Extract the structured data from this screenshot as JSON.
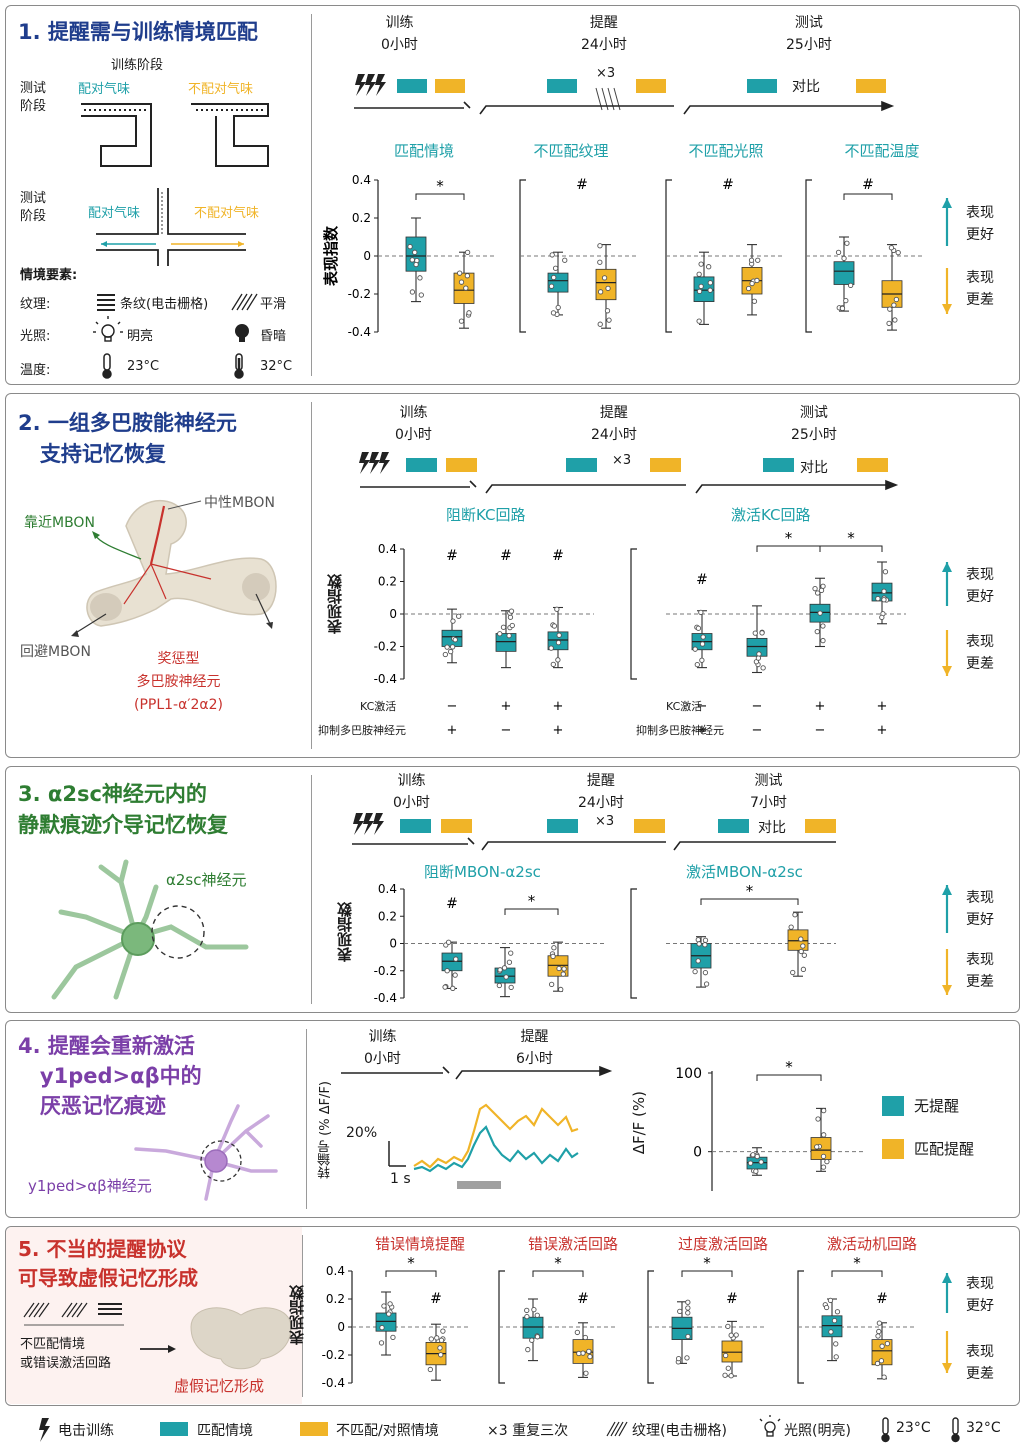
{
  "colors": {
    "teal": "#1fa0a8",
    "yellow": "#f0b428",
    "navy": "#1f3d8c",
    "green": "#2e7d32",
    "purple": "#7b3fa8",
    "red": "#c8322d"
  },
  "common": {
    "y_label": "表现指数",
    "better": "表现\n更好",
    "worse": "表现\n更差",
    "hash": "#",
    "star": "*",
    "x3": "×3",
    "compare": "对比",
    "train": "训练\n0小时",
    "remind": "提醒\n24小时",
    "test": "测试\n25小时"
  },
  "p1": {
    "title": "1. 提醒需与训练情境匹配",
    "training_stage": "训练阶段",
    "test_stage": "测试\n阶段",
    "pair_odor": "配对气味",
    "unpair_odor": "不配对气味",
    "elements": "情境要素:",
    "texture": "纹理:",
    "stripe": "条纹(电击栅格)",
    "smooth": "平滑",
    "light": "光照:",
    "bright": "明亮",
    "dim": "昏暗",
    "temp": "温度:",
    "t23": "23°C",
    "t32": "32°C",
    "titles": [
      "匹配情境",
      "不匹配纹理",
      "不匹配光照",
      "不匹配温度"
    ],
    "chart_data": [
      {
        "type": "box",
        "title": "匹配情境",
        "ylim": [
          -0.4,
          0.4
        ],
        "yticks": [
          "0.4",
          "0.2",
          "0",
          "-0.2",
          "-0.4"
        ],
        "boxes": [
          {
            "color": "teal",
            "q1": -0.08,
            "med": 0.0,
            "q3": 0.1,
            "min": -0.24,
            "max": 0.2
          },
          {
            "color": "yellow",
            "q1": -0.25,
            "med": -0.18,
            "q3": -0.09,
            "min": -0.38,
            "max": 0.02
          }
        ],
        "star": true
      },
      {
        "type": "box",
        "title": "不匹配纹理",
        "boxes": [
          {
            "color": "teal",
            "q1": -0.19,
            "med": -0.13,
            "q3": -0.09,
            "min": -0.31,
            "max": 0.02
          },
          {
            "color": "yellow",
            "q1": -0.23,
            "med": -0.14,
            "q3": -0.07,
            "min": -0.38,
            "max": 0.06
          }
        ],
        "hash": true
      },
      {
        "type": "box",
        "title": "不匹配光照",
        "boxes": [
          {
            "color": "teal",
            "q1": -0.24,
            "med": -0.18,
            "q3": -0.11,
            "min": -0.36,
            "max": 0.02
          },
          {
            "color": "yellow",
            "q1": -0.2,
            "med": -0.13,
            "q3": -0.06,
            "min": -0.31,
            "max": 0.06
          }
        ],
        "hash": true
      },
      {
        "type": "box",
        "title": "不匹配温度",
        "boxes": [
          {
            "color": "teal",
            "q1": -0.15,
            "med": -0.08,
            "q3": -0.03,
            "min": -0.29,
            "max": 0.1
          },
          {
            "color": "yellow",
            "q1": -0.27,
            "med": -0.2,
            "q3": -0.13,
            "min": -0.39,
            "max": 0.06
          }
        ],
        "hash": true
      }
    ]
  },
  "p2": {
    "title": "2. 一组多巴胺能神经元\n   支持记忆恢复",
    "approach": "靠近MBON",
    "neutral": "中性MBON",
    "avoid": "回避MBON",
    "dan": "奖惩型\n多巴胺神经元\n(PPL1-α′2α2)",
    "block": "阻断KC回路",
    "activate": "激活KC回路",
    "kc_act": "KC激活",
    "dan_inh": "抑制多巴胺神经元",
    "yticks": [
      "0.4",
      "0.2",
      "0",
      "-0.2",
      "-0.4"
    ],
    "left_kc": [
      "−",
      "+",
      "+"
    ],
    "left_dan": [
      "+",
      "−",
      "+"
    ],
    "right_kc": [
      "−",
      "−",
      "+",
      "+"
    ],
    "right_dan": [
      "+",
      "−",
      "−",
      "+"
    ],
    "chart_data": {
      "type": "box",
      "ylim": [
        -0.4,
        0.4
      ],
      "left": [
        {
          "q1": -0.2,
          "med": -0.14,
          "q3": -0.1,
          "min": -0.3,
          "max": 0.03
        },
        {
          "q1": -0.23,
          "med": -0.17,
          "q3": -0.12,
          "min": -0.33,
          "max": 0.02
        },
        {
          "q1": -0.22,
          "med": -0.16,
          "q3": -0.11,
          "min": -0.33,
          "max": 0.04
        }
      ],
      "right": [
        {
          "q1": -0.22,
          "med": -0.17,
          "q3": -0.12,
          "min": -0.33,
          "max": 0.02
        },
        {
          "q1": -0.26,
          "med": -0.2,
          "q3": -0.15,
          "min": -0.36,
          "max": 0.05
        },
        {
          "q1": -0.05,
          "med": 0.01,
          "q3": 0.06,
          "min": -0.2,
          "max": 0.22
        },
        {
          "q1": 0.08,
          "med": 0.13,
          "q3": 0.19,
          "min": -0.06,
          "max": 0.32
        }
      ]
    }
  },
  "p3": {
    "title": "3. α2sc神经元内的\n静默痕迹介导记忆恢复",
    "neuron": "α2sc神经元",
    "test7": "测试\n7小时",
    "block": "阻断MBON-α2sc",
    "activate": "激活MBON-α2sc",
    "yticks": [
      "0.4",
      "0.2",
      "0",
      "-0.2",
      "-0.4"
    ],
    "chart_data": {
      "type": "box",
      "ylim": [
        -0.4,
        0.4
      ],
      "left": [
        {
          "color": "teal",
          "q1": -0.2,
          "med": -0.13,
          "q3": -0.07,
          "min": -0.33,
          "max": 0.01
        },
        {
          "color": "teal",
          "q1": -0.29,
          "med": -0.24,
          "q3": -0.18,
          "min": -0.39,
          "max": -0.03
        },
        {
          "color": "yellow",
          "q1": -0.24,
          "med": -0.16,
          "q3": -0.09,
          "min": -0.35,
          "max": 0.01
        }
      ],
      "right": [
        {
          "color": "teal",
          "q1": -0.18,
          "med": -0.09,
          "q3": 0.0,
          "min": -0.32,
          "max": 0.05
        },
        {
          "color": "yellow",
          "q1": -0.05,
          "med": 0.02,
          "q3": 0.1,
          "min": -0.24,
          "max": 0.23
        }
      ]
    }
  },
  "p4": {
    "title": "4. 提醒会重新激活\n   y1ped>αβ中的\n   厌恶记忆痕迹",
    "neuron": "y1ped>αβ神经元",
    "train": "训练\n0小时",
    "remind6": "提醒\n6小时",
    "trace_ylabel": "转錀号 (% ΔF/F)",
    "scale_y": "20%",
    "scale_x": "1 s",
    "df_ylabel": "ΔF/F (%)",
    "yticks": [
      "100",
      "0"
    ],
    "legend_none": "无提醒",
    "legend_match": "匹配提醒",
    "chart_data": {
      "type": "box",
      "ylim": [
        -50,
        100
      ],
      "boxes": [
        {
          "color": "teal",
          "q1": -22,
          "med": -14,
          "q3": -7,
          "min": -30,
          "max": 5
        },
        {
          "color": "yellow",
          "q1": -10,
          "med": 2,
          "q3": 18,
          "min": -25,
          "max": 55
        }
      ]
    }
  },
  "p5": {
    "title": "5. 不当的提醒协议\n可导致虚假记忆形成",
    "note": "不匹配情境\n或错误激活回路",
    "false_mem": "虚假记忆形成",
    "titles": [
      "错误情境提醒",
      "错误激活回路",
      "过度激活回路",
      "激活动机回路"
    ],
    "yticks": [
      "0.4",
      "0.2",
      "0",
      "-0.2",
      "-0.4"
    ],
    "chart_data": [
      {
        "type": "box",
        "ylim": [
          -0.4,
          0.4
        ],
        "boxes": [
          {
            "color": "teal",
            "q1": -0.03,
            "med": 0.04,
            "q3": 0.1,
            "min": -0.2,
            "max": 0.25
          },
          {
            "color": "yellow",
            "q1": -0.27,
            "med": -0.19,
            "q3": -0.11,
            "min": -0.38,
            "max": 0.02
          }
        ]
      },
      {
        "type": "box",
        "boxes": [
          {
            "color": "teal",
            "q1": -0.08,
            "med": 0.0,
            "q3": 0.07,
            "min": -0.24,
            "max": 0.2
          },
          {
            "color": "yellow",
            "q1": -0.26,
            "med": -0.18,
            "q3": -0.09,
            "min": -0.36,
            "max": 0.03
          }
        ]
      },
      {
        "type": "box",
        "boxes": [
          {
            "color": "teal",
            "q1": -0.09,
            "med": -0.01,
            "q3": 0.07,
            "min": -0.26,
            "max": 0.18
          },
          {
            "color": "yellow",
            "q1": -0.25,
            "med": -0.18,
            "q3": -0.1,
            "min": -0.35,
            "max": 0.04
          }
        ]
      },
      {
        "type": "box",
        "boxes": [
          {
            "color": "teal",
            "q1": -0.07,
            "med": 0.01,
            "q3": 0.08,
            "min": -0.24,
            "max": 0.2
          },
          {
            "color": "yellow",
            "q1": -0.27,
            "med": -0.17,
            "q3": -0.09,
            "min": -0.37,
            "max": 0.03
          }
        ]
      }
    ]
  },
  "legend": {
    "shock": "电击训练",
    "match": "匹配情境",
    "unmatch": "不匹配/对照情境",
    "repeat": "×3 重复三次",
    "texture": "纹理(电击栅格)",
    "light": "光照(明亮)",
    "t23": "23°C",
    "t32": "32°C"
  }
}
